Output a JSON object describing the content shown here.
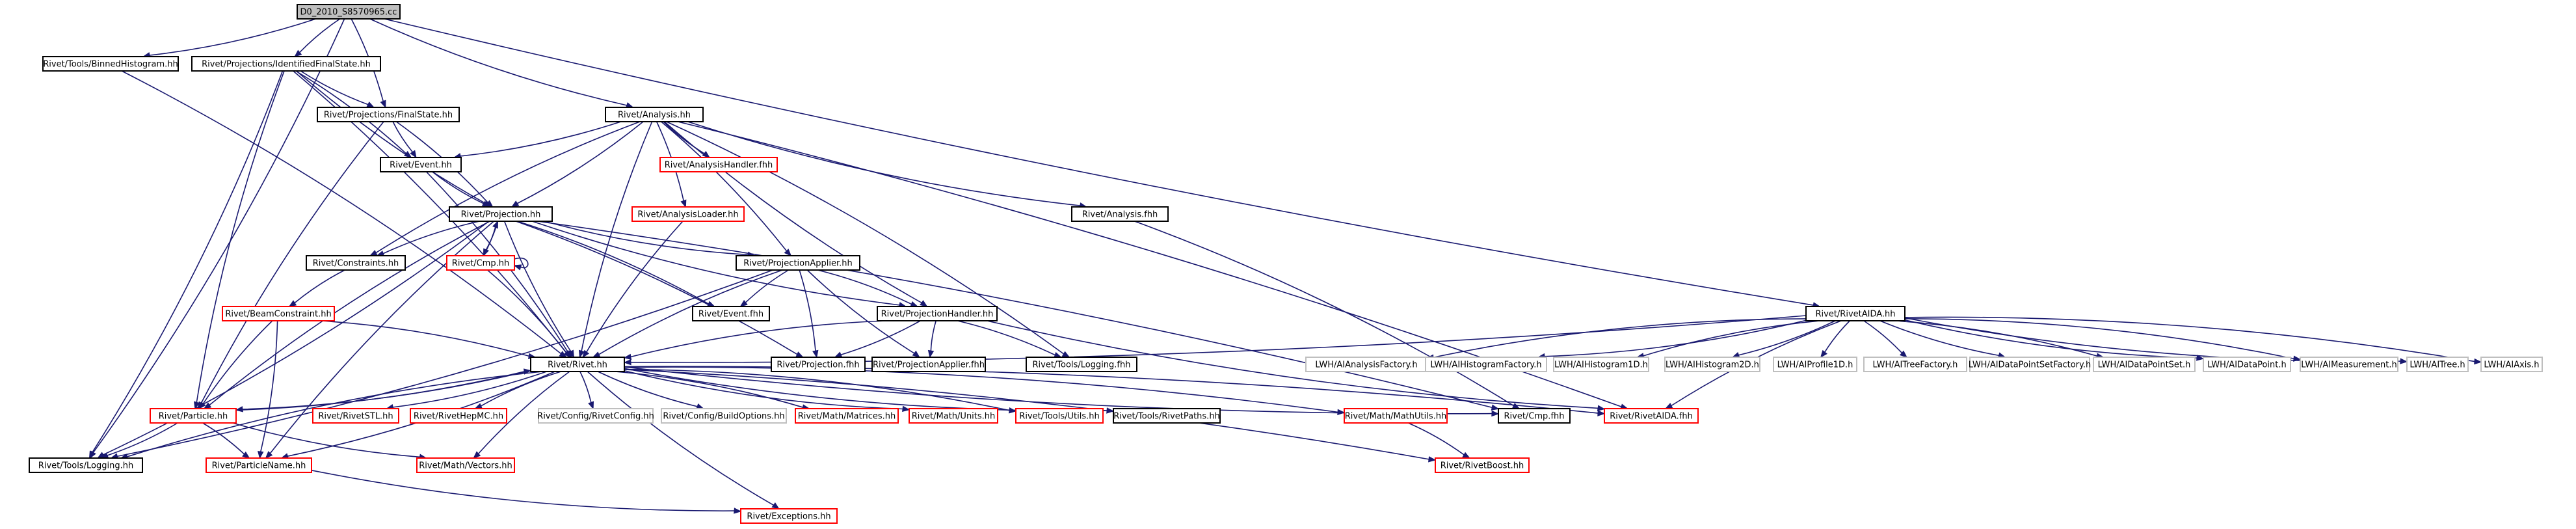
{
  "graph": {
    "colors": {
      "root_fill": "#bfbfbf",
      "documented_border": "#000000",
      "undocumented_border": "#ff0000",
      "external_border": "#bfbfbf",
      "edge": "#191970"
    },
    "nodes": [
      {
        "id": "root",
        "label": "D0_2010_S8570965.cc",
        "kind": "root"
      },
      {
        "id": "binned",
        "label": "Rivet/Tools/BinnedHistogram.hh",
        "kind": "doc"
      },
      {
        "id": "idfs",
        "label": "Rivet/Projections/IdentifiedFinalState.hh",
        "kind": "doc"
      },
      {
        "id": "fs",
        "label": "Rivet/Projections/FinalState.hh",
        "kind": "doc"
      },
      {
        "id": "analysis",
        "label": "Rivet/Analysis.hh",
        "kind": "doc"
      },
      {
        "id": "event",
        "label": "Rivet/Event.hh",
        "kind": "doc"
      },
      {
        "id": "ahandler",
        "label": "Rivet/AnalysisHandler.fhh",
        "kind": "undoc"
      },
      {
        "id": "aloader",
        "label": "Rivet/AnalysisLoader.hh",
        "kind": "undoc"
      },
      {
        "id": "afhh",
        "label": "Rivet/Analysis.fhh",
        "kind": "doc"
      },
      {
        "id": "projection",
        "label": "Rivet/Projection.hh",
        "kind": "doc"
      },
      {
        "id": "constraints",
        "label": "Rivet/Constraints.hh",
        "kind": "doc"
      },
      {
        "id": "cmp",
        "label": "Rivet/Cmp.hh",
        "kind": "undoc"
      },
      {
        "id": "papplier",
        "label": "Rivet/ProjectionApplier.hh",
        "kind": "doc"
      },
      {
        "id": "eventfhh",
        "label": "Rivet/Event.fhh",
        "kind": "doc"
      },
      {
        "id": "beamc",
        "label": "Rivet/BeamConstraint.hh",
        "kind": "undoc"
      },
      {
        "id": "phandler",
        "label": "Rivet/ProjectionHandler.hh",
        "kind": "doc"
      },
      {
        "id": "rivethh",
        "label": "Rivet/Rivet.hh",
        "kind": "doc"
      },
      {
        "id": "projfhh",
        "label": "Rivet/Projection.fhh",
        "kind": "doc"
      },
      {
        "id": "pafhh",
        "label": "Rivet/ProjectionApplier.fhh",
        "kind": "doc"
      },
      {
        "id": "logfhh",
        "label": "Rivet/Tools/Logging.fhh",
        "kind": "doc"
      },
      {
        "id": "rivetaida",
        "label": "Rivet/RivetAIDA.hh",
        "kind": "doc"
      },
      {
        "id": "particle",
        "label": "Rivet/Particle.hh",
        "kind": "undoc"
      },
      {
        "id": "logginghh",
        "label": "Rivet/Tools/Logging.hh",
        "kind": "doc"
      },
      {
        "id": "pname",
        "label": "Rivet/ParticleName.hh",
        "kind": "undoc"
      },
      {
        "id": "vectors",
        "label": "Rivet/Math/Vectors.hh",
        "kind": "undoc"
      },
      {
        "id": "exceptions",
        "label": "Rivet/Exceptions.hh",
        "kind": "undoc"
      },
      {
        "id": "rivetstl",
        "label": "Rivet/RivetSTL.hh",
        "kind": "undoc"
      },
      {
        "id": "hepmc",
        "label": "Rivet/RivetHepMC.hh",
        "kind": "undoc"
      },
      {
        "id": "rivetconfig",
        "label": "Rivet/Config/RivetConfig.hh",
        "kind": "ext"
      },
      {
        "id": "buildopts",
        "label": "Rivet/Config/BuildOptions.hh",
        "kind": "ext"
      },
      {
        "id": "matrices",
        "label": "Rivet/Math/Matrices.hh",
        "kind": "undoc"
      },
      {
        "id": "units",
        "label": "Rivet/Math/Units.hh",
        "kind": "undoc"
      },
      {
        "id": "utils",
        "label": "Rivet/Tools/Utils.hh",
        "kind": "undoc"
      },
      {
        "id": "paths",
        "label": "Rivet/Tools/RivetPaths.hh",
        "kind": "doc"
      },
      {
        "id": "mathutils",
        "label": "Rivet/Math/MathUtils.hh",
        "kind": "undoc"
      },
      {
        "id": "cmpfhh",
        "label": "Rivet/Cmp.fhh",
        "kind": "doc"
      },
      {
        "id": "aidafhh",
        "label": "Rivet/RivetAIDA.fhh",
        "kind": "undoc"
      },
      {
        "id": "boost",
        "label": "Rivet/RivetBoost.hh",
        "kind": "undoc"
      },
      {
        "id": "iaf",
        "label": "LWH/AIAnalysisFactory.h",
        "kind": "ext"
      },
      {
        "id": "ihf",
        "label": "LWH/AIHistogramFactory.h",
        "kind": "ext"
      },
      {
        "id": "ih1",
        "label": "LWH/AIHistogram1D.h",
        "kind": "ext"
      },
      {
        "id": "ih2",
        "label": "LWH/AIHistogram2D.h",
        "kind": "ext"
      },
      {
        "id": "ip1",
        "label": "LWH/AIProfile1D.h",
        "kind": "ext"
      },
      {
        "id": "itf",
        "label": "LWH/AITreeFactory.h",
        "kind": "ext"
      },
      {
        "id": "idpsf",
        "label": "LWH/AIDataPointSetFactory.h",
        "kind": "ext"
      },
      {
        "id": "idps",
        "label": "LWH/AIDataPointSet.h",
        "kind": "ext"
      },
      {
        "id": "idp",
        "label": "LWH/AIDataPoint.h",
        "kind": "ext"
      },
      {
        "id": "imeas",
        "label": "LWH/AIMeasurement.h",
        "kind": "ext"
      },
      {
        "id": "itree",
        "label": "LWH/AITree.h",
        "kind": "ext"
      },
      {
        "id": "iaxis",
        "label": "LWH/AIAxis.h",
        "kind": "ext"
      }
    ],
    "edges": [
      [
        "root",
        "binned"
      ],
      [
        "root",
        "idfs"
      ],
      [
        "root",
        "fs"
      ],
      [
        "root",
        "analysis"
      ],
      [
        "root",
        "logginghh"
      ],
      [
        "root",
        "rivetaida"
      ],
      [
        "binned",
        "rivethh"
      ],
      [
        "idfs",
        "fs"
      ],
      [
        "idfs",
        "event"
      ],
      [
        "idfs",
        "projection"
      ],
      [
        "idfs",
        "rivethh"
      ],
      [
        "idfs",
        "particle"
      ],
      [
        "idfs",
        "logginghh"
      ],
      [
        "fs",
        "event"
      ],
      [
        "fs",
        "projection"
      ],
      [
        "fs",
        "particle"
      ],
      [
        "analysis",
        "event"
      ],
      [
        "analysis",
        "ahandler"
      ],
      [
        "analysis",
        "aloader"
      ],
      [
        "analysis",
        "afhh"
      ],
      [
        "analysis",
        "projection"
      ],
      [
        "analysis",
        "constraints"
      ],
      [
        "analysis",
        "papplier"
      ],
      [
        "analysis",
        "phandler"
      ],
      [
        "analysis",
        "logfhh"
      ],
      [
        "analysis",
        "rivethh"
      ],
      [
        "analysis",
        "aidafhh"
      ],
      [
        "event",
        "projection"
      ],
      [
        "event",
        "rivethh"
      ],
      [
        "aloader",
        "rivethh"
      ],
      [
        "afhh",
        "cmpfhh"
      ],
      [
        "projection",
        "constraints"
      ],
      [
        "projection",
        "cmp"
      ],
      [
        "projection",
        "papplier"
      ],
      [
        "projection",
        "eventfhh"
      ],
      [
        "projection",
        "phandler"
      ],
      [
        "projection",
        "projfhh"
      ],
      [
        "projection",
        "rivethh"
      ],
      [
        "projection",
        "logginghh"
      ],
      [
        "projection",
        "particle"
      ],
      [
        "projection",
        "cmpfhh"
      ],
      [
        "projection",
        "pname"
      ],
      [
        "cmp",
        "cmp"
      ],
      [
        "cmp",
        "projection"
      ],
      [
        "cmp",
        "rivethh"
      ],
      [
        "constraints",
        "beamc"
      ],
      [
        "beamc",
        "rivethh"
      ],
      [
        "beamc",
        "particle"
      ],
      [
        "beamc",
        "pname"
      ],
      [
        "papplier",
        "eventfhh"
      ],
      [
        "papplier",
        "phandler"
      ],
      [
        "papplier",
        "rivethh"
      ],
      [
        "papplier",
        "projfhh"
      ],
      [
        "papplier",
        "pafhh"
      ],
      [
        "papplier",
        "logginghh"
      ],
      [
        "phandler",
        "rivethh"
      ],
      [
        "phandler",
        "projfhh"
      ],
      [
        "phandler",
        "pafhh"
      ],
      [
        "phandler",
        "logfhh"
      ],
      [
        "phandler",
        "aidafhh"
      ],
      [
        "rivetaida",
        "rivethh"
      ],
      [
        "rivetaida",
        "iaf"
      ],
      [
        "rivetaida",
        "ihf"
      ],
      [
        "rivetaida",
        "ih1"
      ],
      [
        "rivetaida",
        "ih2"
      ],
      [
        "rivetaida",
        "ip1"
      ],
      [
        "rivetaida",
        "itf"
      ],
      [
        "rivetaida",
        "idpsf"
      ],
      [
        "rivetaida",
        "idps"
      ],
      [
        "rivetaida",
        "idp"
      ],
      [
        "rivetaida",
        "imeas"
      ],
      [
        "rivetaida",
        "itree"
      ],
      [
        "rivetaida",
        "iaxis"
      ],
      [
        "rivetaida",
        "aidafhh"
      ],
      [
        "rivethh",
        "rivetstl"
      ],
      [
        "rivethh",
        "hepmc"
      ],
      [
        "rivethh",
        "rivetconfig"
      ],
      [
        "rivethh",
        "buildopts"
      ],
      [
        "rivethh",
        "matrices"
      ],
      [
        "rivethh",
        "units"
      ],
      [
        "rivethh",
        "utils"
      ],
      [
        "rivethh",
        "paths"
      ],
      [
        "rivethh",
        "mathutils"
      ],
      [
        "rivethh",
        "cmpfhh"
      ],
      [
        "rivethh",
        "aidafhh"
      ],
      [
        "rivethh",
        "exceptions"
      ],
      [
        "rivethh",
        "particle"
      ],
      [
        "rivethh",
        "logginghh"
      ],
      [
        "rivethh",
        "pname"
      ],
      [
        "rivethh",
        "vectors"
      ],
      [
        "rivethh",
        "boost"
      ],
      [
        "particle",
        "rivethh"
      ],
      [
        "particle",
        "pname"
      ],
      [
        "particle",
        "vectors"
      ],
      [
        "particle",
        "logginghh"
      ],
      [
        "pname",
        "exceptions"
      ],
      [
        "mathutils",
        "boost"
      ]
    ]
  }
}
